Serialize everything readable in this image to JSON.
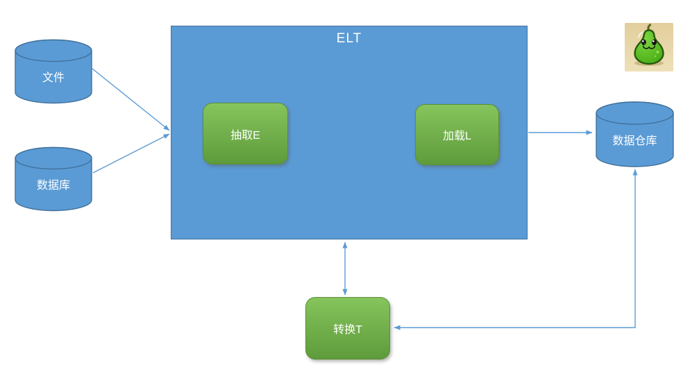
{
  "diagram": {
    "title": "ELT",
    "nodes": {
      "container": {
        "label": "ELT",
        "shape": "rectangle"
      },
      "source_file": {
        "label": "文件",
        "shape": "cylinder"
      },
      "source_db": {
        "label": "数据库",
        "shape": "cylinder"
      },
      "extract": {
        "label": "抽取E",
        "shape": "rounded-rectangle"
      },
      "load": {
        "label": "加载L",
        "shape": "rounded-rectangle"
      },
      "transform": {
        "label": "转换T",
        "shape": "rounded-rectangle"
      },
      "warehouse": {
        "label": "数据仓库",
        "shape": "cylinder"
      }
    },
    "edges": [
      {
        "from": "source_file",
        "to": "container",
        "style": "straight",
        "arrowheads": "end"
      },
      {
        "from": "source_db",
        "to": "container",
        "style": "straight",
        "arrowheads": "end"
      },
      {
        "from": "container",
        "to": "warehouse",
        "style": "straight",
        "arrowheads": "end"
      },
      {
        "from": "container",
        "to": "transform",
        "style": "straight",
        "arrowheads": "both"
      },
      {
        "from": "warehouse",
        "to": "transform",
        "style": "elbow",
        "arrowheads": "both"
      }
    ]
  },
  "icons": {
    "pear_mascot": "pear-mascot-icon"
  },
  "colors": {
    "shape_blue": "#5B9BD5",
    "shape_blue_border": "#41719C",
    "green_top": "#86C45D",
    "green_bottom": "#5E9B3B",
    "green_border": "#5A8F37",
    "arrow": "#5B9BD5",
    "label_text": "#FFFFFF",
    "pear_bg_top": "#E2CE9C",
    "pear_bg_bottom": "#EDE0B8",
    "pear_green_light": "#7ED63F",
    "pear_green_dark": "#3FA50F",
    "pear_outline": "#23590D"
  }
}
